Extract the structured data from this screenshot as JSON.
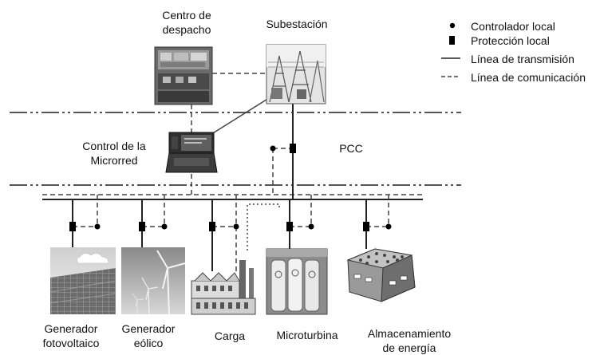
{
  "labels": {
    "dispatch": [
      "Centro de",
      "despacho"
    ],
    "substation": "Subestación",
    "microgrid_control": [
      "Control de la",
      "Microrred"
    ],
    "pcc": "PCC",
    "pv": [
      "Generador",
      "fotovoltaico"
    ],
    "wind": [
      "Generador",
      "eólico"
    ],
    "load": "Carga",
    "microturbine": "Microturbina",
    "storage": [
      "Almacenamiento",
      "de energía"
    ]
  },
  "legend": {
    "local_controller": "Controlador local",
    "local_protection": "Protección local",
    "transmission_line": "Línea de transmisión",
    "communication_line": "Línea de comunicación"
  }
}
